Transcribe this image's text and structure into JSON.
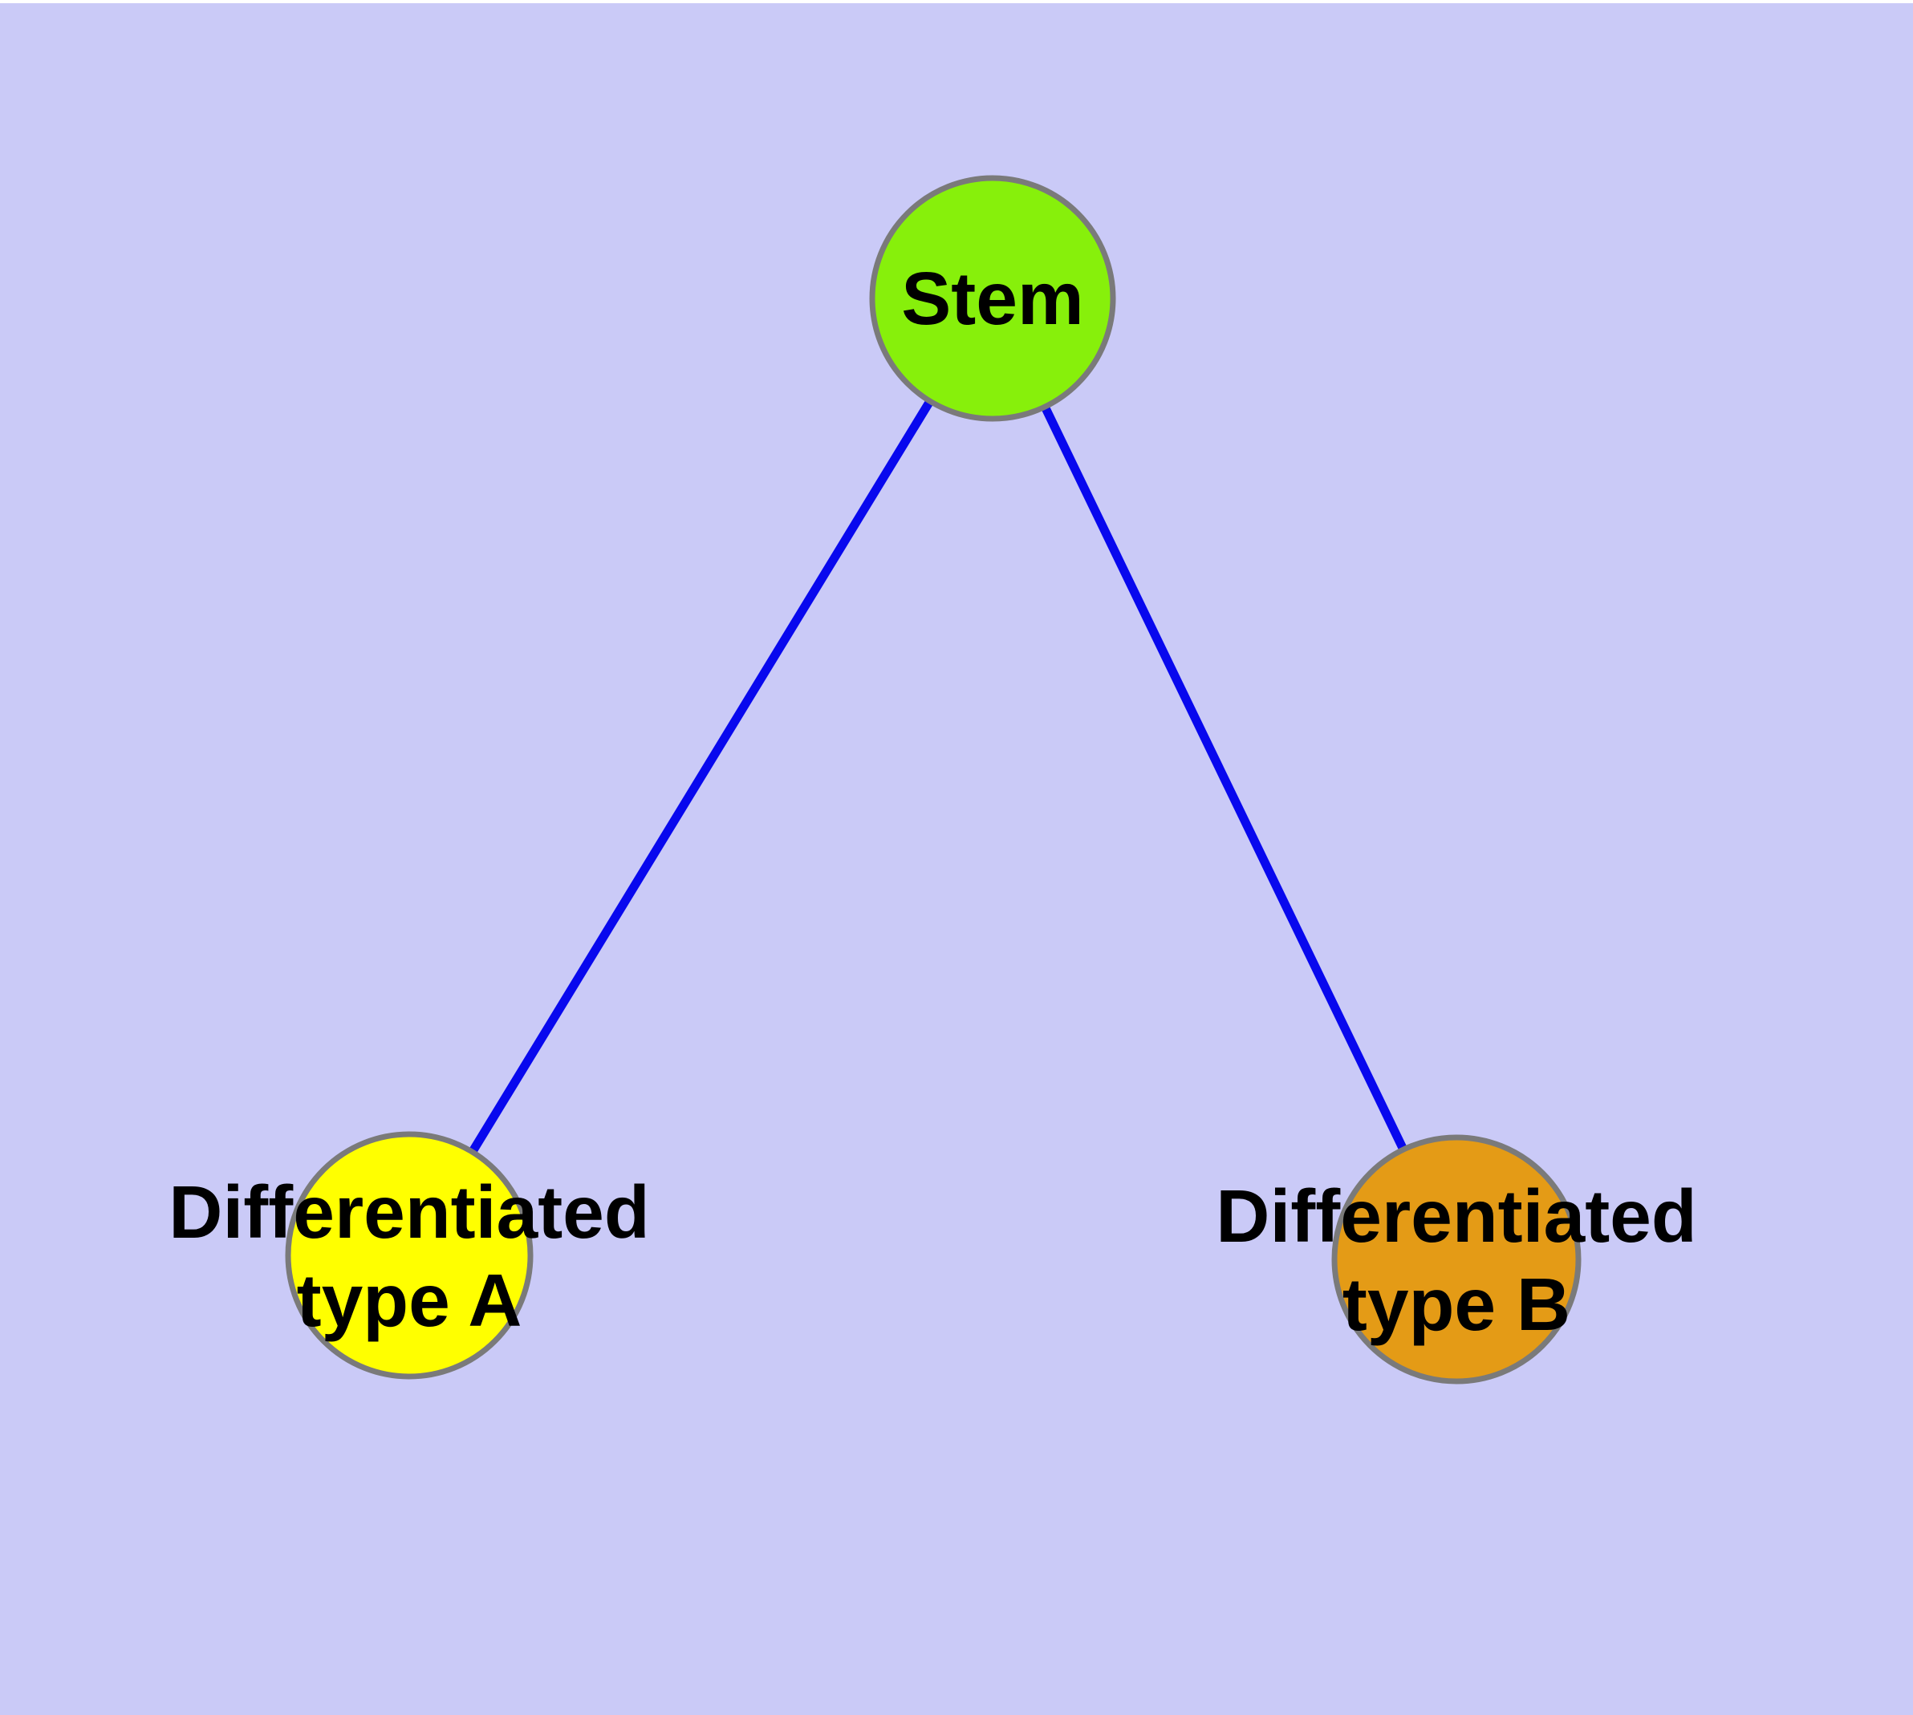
{
  "canvas": {
    "background_color": "#cacaf7",
    "top_strip_color": "#ffffff"
  },
  "edge_style": {
    "color": "#0808ee"
  },
  "nodes": {
    "stem": {
      "label": "Stem",
      "fill_color": "#87f00b",
      "border_color": "#7a7a7a",
      "label_color": "#000000"
    },
    "type_a": {
      "label_line1": "Differentiated",
      "label_line2": "type A",
      "fill_color": "#ffff00",
      "border_color": "#7a7a7a",
      "label_color": "#000000"
    },
    "type_b": {
      "label_line1": "Differentiated",
      "label_line2": "type B",
      "fill_color": "#e49b16",
      "border_color": "#7a7a7a",
      "label_color": "#000000"
    }
  },
  "edges": [
    {
      "from": "stem",
      "to": "type_a"
    },
    {
      "from": "stem",
      "to": "type_b"
    }
  ]
}
